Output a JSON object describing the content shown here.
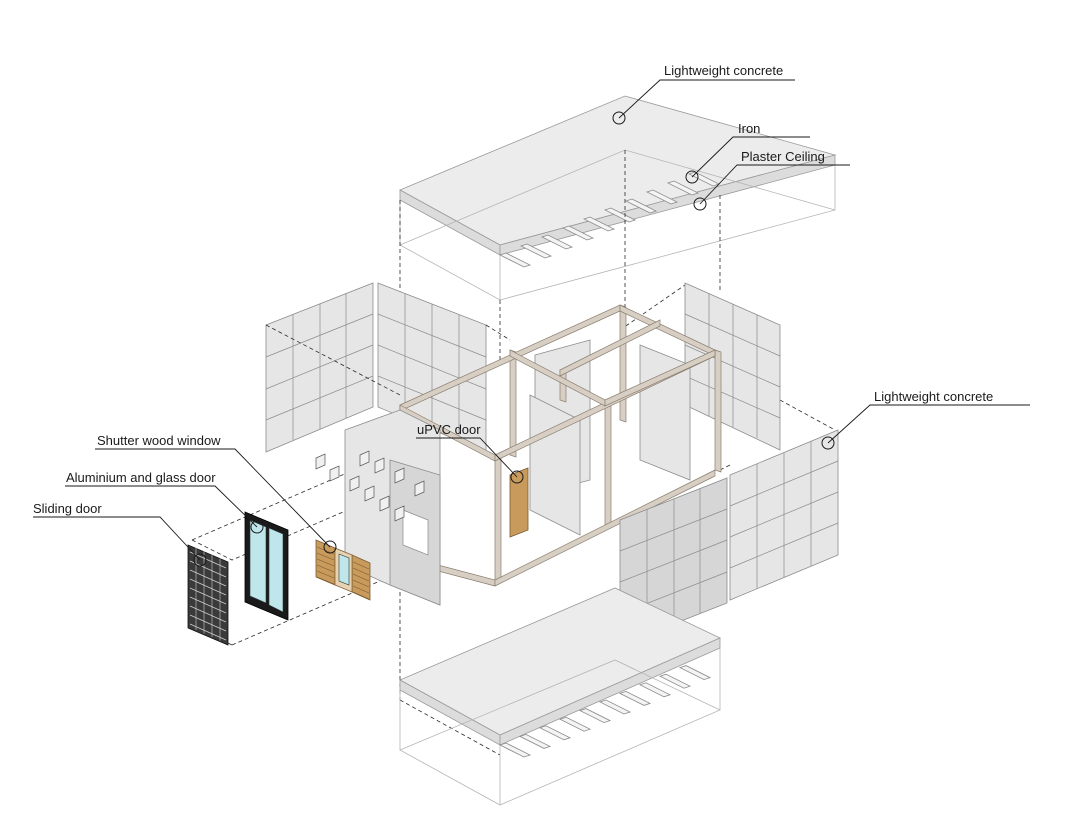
{
  "labels": {
    "top_slab": "Lightweight concrete",
    "iron": "Iron",
    "plaster_ceiling": "Plaster Ceiling",
    "right_wall": "Lightweight concrete",
    "shutter_window": "Shutter wood window",
    "aluminium_door": "Aluminium and glass door",
    "sliding_door": "Sliding door",
    "upvc_door": "uPVC door"
  },
  "colors": {
    "wood": "#c89a5c",
    "glass": "#bfe6ea",
    "aluminium": "#1a1a1a",
    "frame": "#d8cfc4"
  }
}
